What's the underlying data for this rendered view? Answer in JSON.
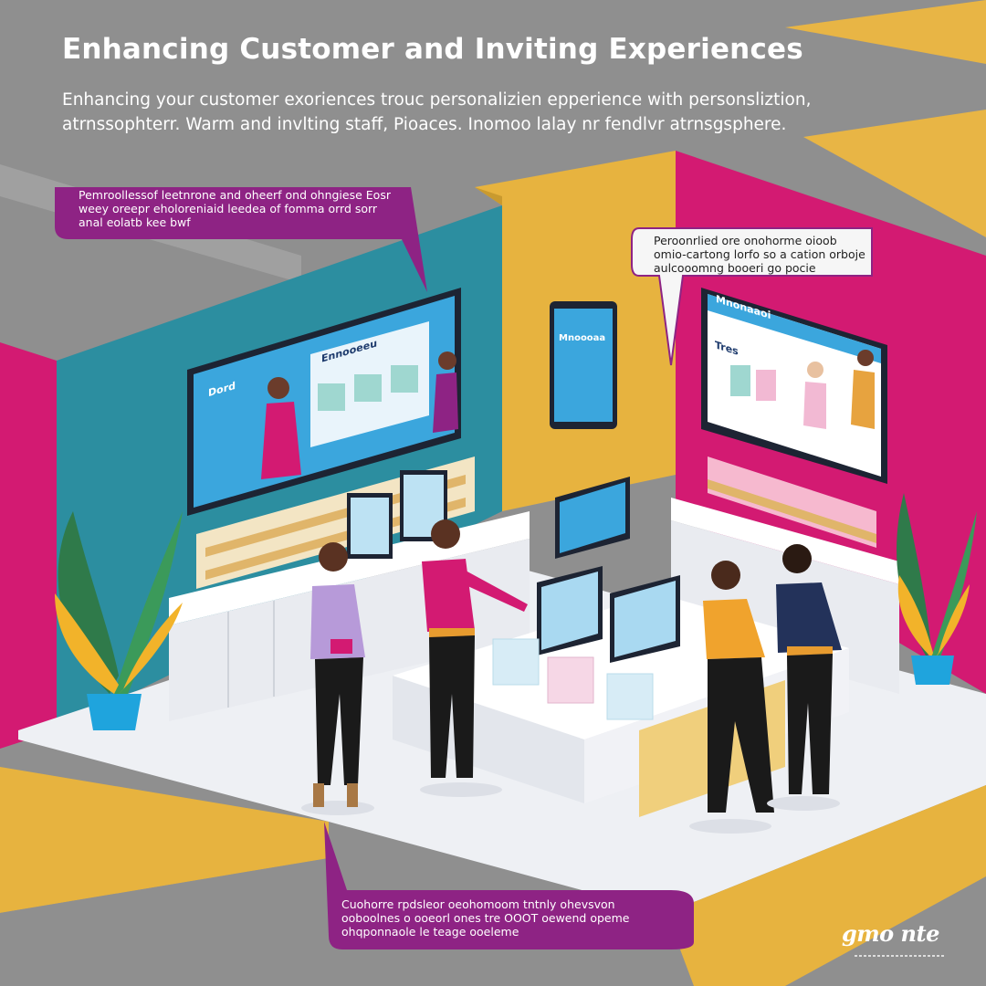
{
  "title": "Enhancing Customer and Inviting Experiences",
  "subtitle": "Enhancing your customer exoriences trouc personalizien epperience with personsliztion, atrnssophterr. Warm and invlting staff, Pioaces. Inomoo lalay nr fendlvr atrnsgsphere.",
  "callouts": {
    "left": "Pemroollessof leetnrone and oheerf ond ohngiese Eosr weey oreepr eholoreniaid leedea of fomma orrd sorr anal eolatb kee bwf",
    "right": "Peroonrlied ore onohorme oioob omio-cartong lorfo so a cation orboje aulcooomng booeri go pocie",
    "bottom": "Cuohorre rpdsleor oeohomoom tntnly ohevsvon ooboolnes o ooeorl ones tre OOOT oewend opeme ohqponnaole le teage ooeleme"
  },
  "screens": {
    "left_heading": "Ennooeeu",
    "left_corner": "Dord",
    "right_heading": "Mnonaaoi",
    "right_corner": "Tres",
    "tablet_heading": "Mnoooaa"
  },
  "brand": {
    "logo_text": "gmo nte"
  },
  "colors": {
    "background_gray": "#8f8f8f",
    "magenta": "#d31a72",
    "callout_purple": "#8e2384",
    "gold": "#e7b33f",
    "teal": "#2c8ea0",
    "screen_blue": "#3ba6dd",
    "counter_white": "#f3f3f5"
  }
}
